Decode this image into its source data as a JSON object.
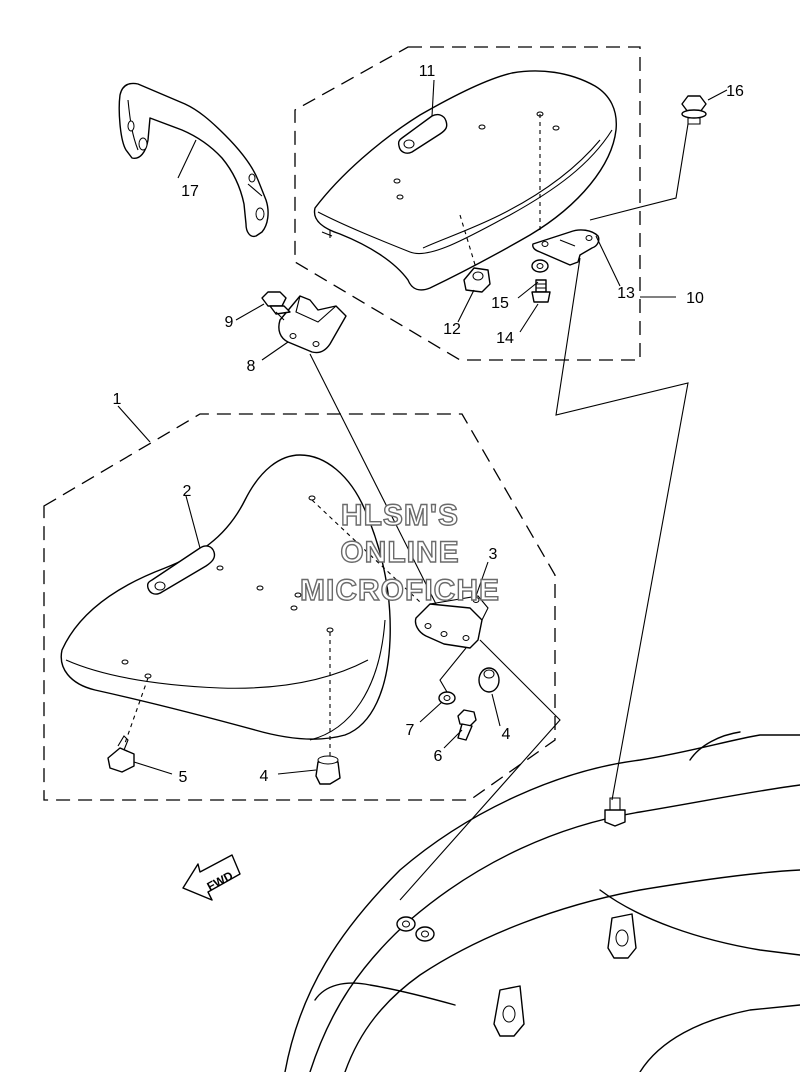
{
  "callouts": {
    "c1": "1",
    "c2": "2",
    "c3": "3",
    "c4a": "4",
    "c4b": "4",
    "c5": "5",
    "c6": "6",
    "c7": "7",
    "c8": "8",
    "c9": "9",
    "c10": "10",
    "c11": "11",
    "c12": "12",
    "c13": "13",
    "c14": "14",
    "c15": "15",
    "c16": "16",
    "c17": "17"
  },
  "watermark": {
    "line1": "HLSM'S",
    "line2": "ONLINE",
    "line3": "MICROFICHE"
  },
  "direction": {
    "label": "FWD"
  }
}
